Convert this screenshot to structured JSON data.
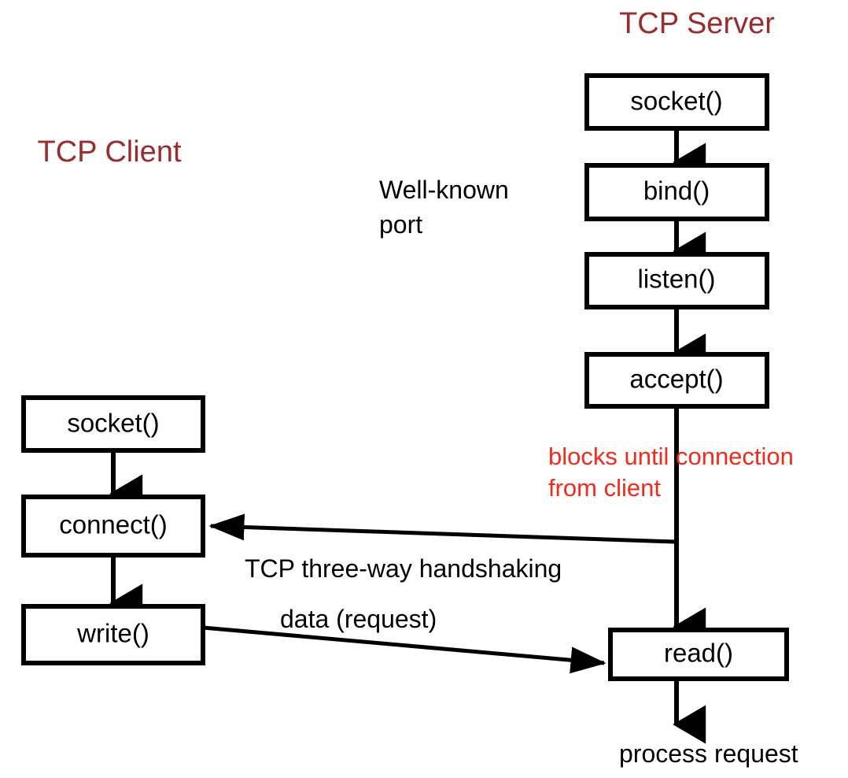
{
  "diagram": {
    "title_client": "TCP Client",
    "title_server": "TCP Server",
    "accent_maroon": "#9c2b2b",
    "accent_red": "#f52a1a",
    "line_color": "#000000",
    "background": "#ffffff"
  },
  "server": {
    "label": "TCP Server",
    "steps": [
      {
        "name": "socket",
        "label": "socket()"
      },
      {
        "name": "bind",
        "label": "bind()"
      },
      {
        "name": "listen",
        "label": "listen()"
      },
      {
        "name": "accept",
        "label": "accept()"
      },
      {
        "name": "read",
        "label": "read()"
      }
    ],
    "blocking_note_line1": "blocks until connection",
    "blocking_note_line2": "from client",
    "terminal_label": "process request"
  },
  "client": {
    "label": "TCP Client",
    "steps": [
      {
        "name": "socket",
        "label": "socket()"
      },
      {
        "name": "connect",
        "label": "connect()"
      },
      {
        "name": "write",
        "label": "write()"
      }
    ]
  },
  "annotations": {
    "wellknown_port_line1": "Well-known",
    "wellknown_port_line2": "port",
    "handshake": "TCP three-way handshaking",
    "data_request": "data (request)"
  }
}
